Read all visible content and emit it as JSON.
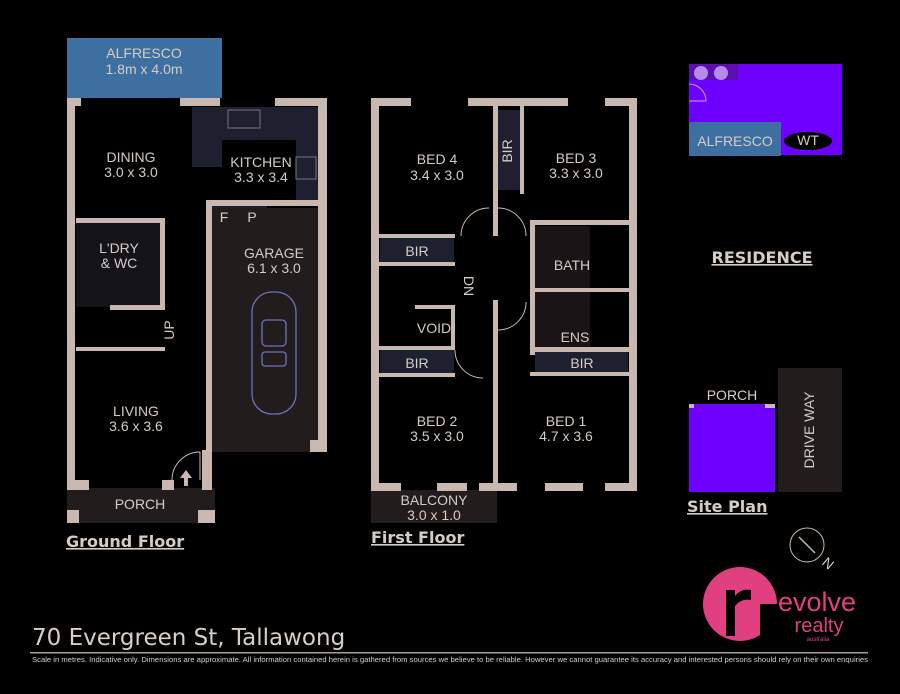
{
  "colors": {
    "wall": "#c9b8b0",
    "alfresco": "#3d6fa0",
    "site": "#6e00ff",
    "brand": "#e0407f",
    "dark_fill": "#231c1c",
    "cabinet": "#1e2030"
  },
  "ground_floor": {
    "heading": "Ground Floor",
    "rooms": {
      "alfresco": {
        "name": "ALFRESCO",
        "size": "1.8m x 4.0m"
      },
      "dining": {
        "name": "DINING",
        "size": "3.0 x 3.0"
      },
      "kitchen": {
        "name": "KITCHEN",
        "size": "3.3 x 3.4"
      },
      "fridge": "F",
      "pantry": "P",
      "laundry": {
        "name": "L'DRY",
        "name2": "& WC"
      },
      "garage": {
        "name": "GARAGE",
        "size": "6.1 x 3.0"
      },
      "stairs": "UP",
      "living": {
        "name": "LIVING",
        "size": "3.6 x 3.6"
      },
      "porch": {
        "name": "PORCH"
      }
    }
  },
  "first_floor": {
    "heading": "First Floor",
    "rooms": {
      "bed4": {
        "name": "BED 4",
        "size": "3.4 x 3.0"
      },
      "bed3": {
        "name": "BED 3",
        "size": "3.3 x 3.0"
      },
      "bir": "BIR",
      "bath": "BATH",
      "ens": "ENS",
      "void": "VOID",
      "stairs": "DN",
      "bed2": {
        "name": "BED 2",
        "size": "3.5 x 3.0"
      },
      "bed1": {
        "name": "BED 1",
        "size": "4.7 x 3.6"
      },
      "balcony": {
        "name": "BALCONY",
        "size": "3.0 x 1.0"
      }
    }
  },
  "site_plan": {
    "heading": "Site Plan",
    "residence": "RESIDENCE",
    "alfresco": "ALFRESCO",
    "water_tank": "WT",
    "porch": "PORCH",
    "driveway": "DRIVE WAY",
    "compass": "N"
  },
  "footer": {
    "address": "70 Evergreen St, Tallawong",
    "disclaimer": "Scale in metres. Indicative only. Dimensions are approximate. All information contained herein is gathered from sources we believe to be reliable. However we cannot guarantee its accuracy and interested persons should rely on their own enquiries"
  },
  "logo": {
    "line1": "evolve",
    "line2": "realty",
    "line3": "australia"
  }
}
